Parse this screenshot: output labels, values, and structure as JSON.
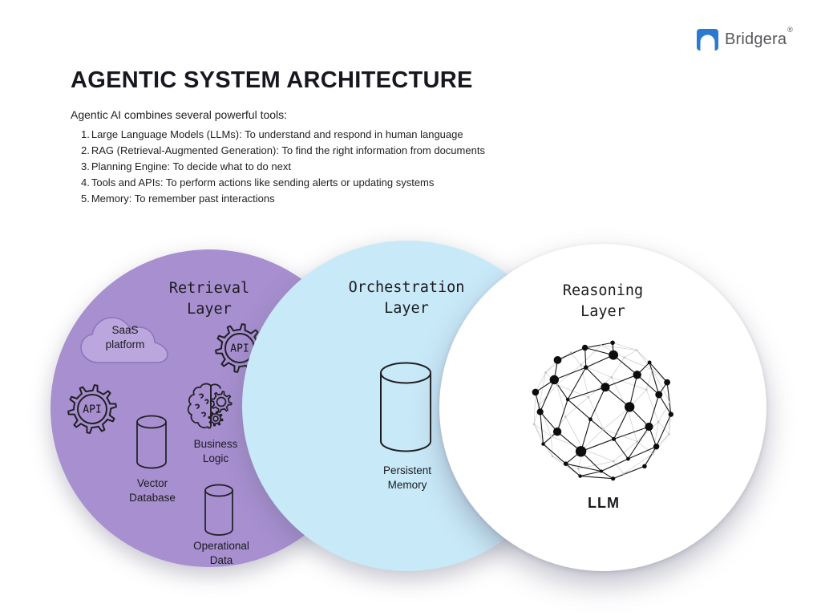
{
  "logo": {
    "brand": "Bridgera",
    "registered": "®"
  },
  "header": {
    "title": "AGENTIC SYSTEM ARCHITECTURE",
    "intro": "Agentic AI combines several powerful tools:"
  },
  "tools_list": [
    {
      "num": "1.",
      "text": "Large Language Models (LLMs): To understand and respond in human language"
    },
    {
      "num": "2.",
      "text": "RAG (Retrieval-Augmented Generation): To find the right information from documents"
    },
    {
      "num": "3.",
      "text": "Planning Engine: To decide what to do next"
    },
    {
      "num": "4.",
      "text": "Tools and APIs: To perform actions like sending alerts or updating systems"
    },
    {
      "num": "5.",
      "text": "Memory: To remember past interactions"
    }
  ],
  "diagram": {
    "retrieval": {
      "title": "Retrieval\nLayer",
      "cloud_label": "SaaS\nplatform",
      "api_label_top": "API",
      "api_label_left": "API",
      "business_logic_label": "Business\nLogic",
      "vector_db_label": "Vector\nDatabase",
      "operational_data_label": "Operational\nData"
    },
    "orchestration": {
      "title": "Orchestration\nLayer",
      "memory_label": "Persistent\nMemory"
    },
    "reasoning": {
      "title": "Reasoning\nLayer",
      "llm_label": "LLM"
    }
  },
  "colors": {
    "retrieval_fill": "#a78fd0",
    "cloud_fill": "#bba7de",
    "cloud_stroke": "#8b76bb",
    "orchestration_fill": "#c8e9f8",
    "reasoning_fill": "#ffffff",
    "logo_blue": "#2b7ad0",
    "ink": "#1f1f22"
  }
}
